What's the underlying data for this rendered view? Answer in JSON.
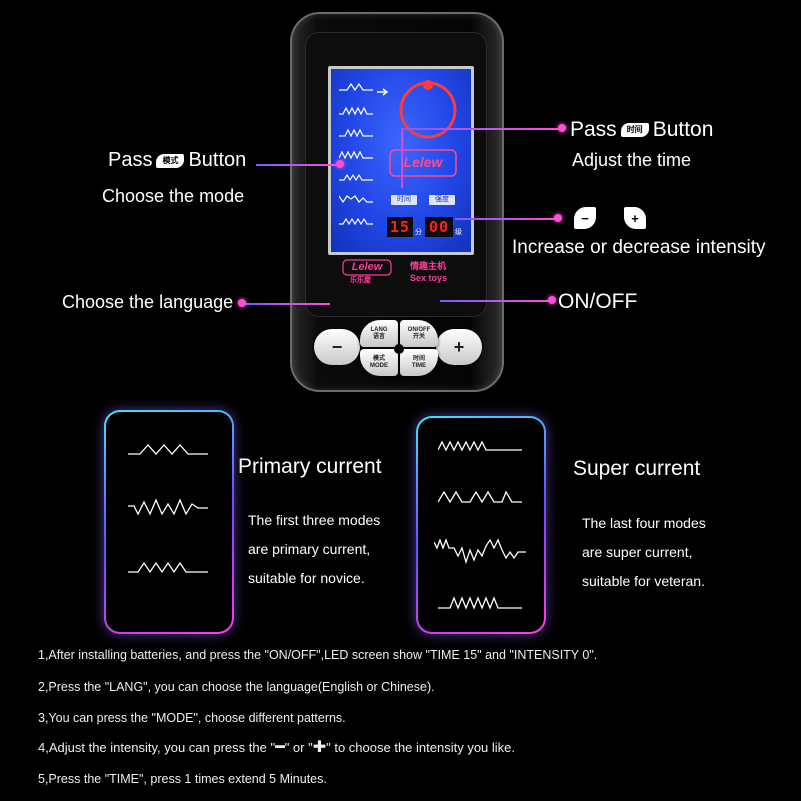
{
  "device": {
    "screen": {
      "logo": "Lelew",
      "time_label": "时间",
      "intensity_label": "强度",
      "time_value": "15",
      "time_unit": "分",
      "intensity_value": "00",
      "intensity_unit": "级"
    },
    "brand": {
      "logo": "Lelew",
      "subtitle": "乐乐屋",
      "name_cn": "情趣主机",
      "tagline": "Sex toys"
    },
    "buttons": {
      "minus": "−",
      "plus": "+",
      "lang_en": "LANG",
      "lang_cn": "语言",
      "onoff_en": "ON/OFF",
      "onoff_cn": "开关",
      "mode_cn": "模式",
      "mode_en": "MODE",
      "time_cn": "时间",
      "time_en": "TIME"
    }
  },
  "callouts": {
    "mode_pass": "Pass",
    "mode_pill": "模式",
    "mode_button": "Button",
    "mode_desc": "Choose the mode",
    "time_pass": "Pass",
    "time_pill": "时间",
    "time_button": "Button",
    "time_desc": "Adjust the time",
    "minus_icon": "−",
    "plus_icon": "+",
    "intensity_desc": "Increase or decrease intensity",
    "language_desc": "Choose the language",
    "onoff_desc": "ON/OFF"
  },
  "panels": {
    "primary": {
      "title": "Primary current",
      "lines": [
        "The first three modes",
        "are primary current,",
        "suitable for novice."
      ]
    },
    "super": {
      "title": "Super current",
      "lines": [
        "The last four modes",
        "are super current,",
        "suitable for veteran."
      ]
    }
  },
  "instructions": [
    "1,After installing batteries, and press the \"ON/OFF\",LED screen show \"TIME 15\" and \"INTENSITY 0\".",
    "2,Press the \"LANG\",  you can choose the language(English or Chinese).",
    "3,You can press the \"MODE\", choose different patterns.",
    "4,Adjust the intensity, you can press the \"",
    "\" or \"",
    "\" to choose the intensity you like.",
    "5,Press the \"TIME\", press 1 times extend 5 Minutes."
  ],
  "instruction_symbols": {
    "minus": "━",
    "plus": "✚"
  },
  "colors": {
    "screen_blue": "#2146e6",
    "led_red": "#ff2020",
    "callout_magenta": "#ff4fd8",
    "panel_cyan": "#3fe6ff"
  }
}
